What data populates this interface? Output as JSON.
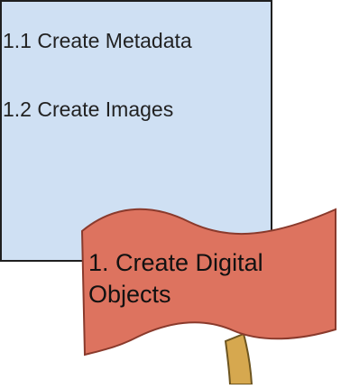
{
  "diagram": {
    "steps": [
      {
        "label": "1.1 Create Metadata"
      },
      {
        "label": "1.2 Create Images"
      }
    ],
    "banner": {
      "label": "1. Create Digital Objects"
    },
    "colors": {
      "box_fill": "#cfe0f3",
      "box_stroke": "#1f1f1f",
      "banner_fill": "#dd735f",
      "banner_stroke": "#8a3a2c",
      "connector_fill": "#d6a84f",
      "connector_stroke": "#6d5520"
    }
  }
}
